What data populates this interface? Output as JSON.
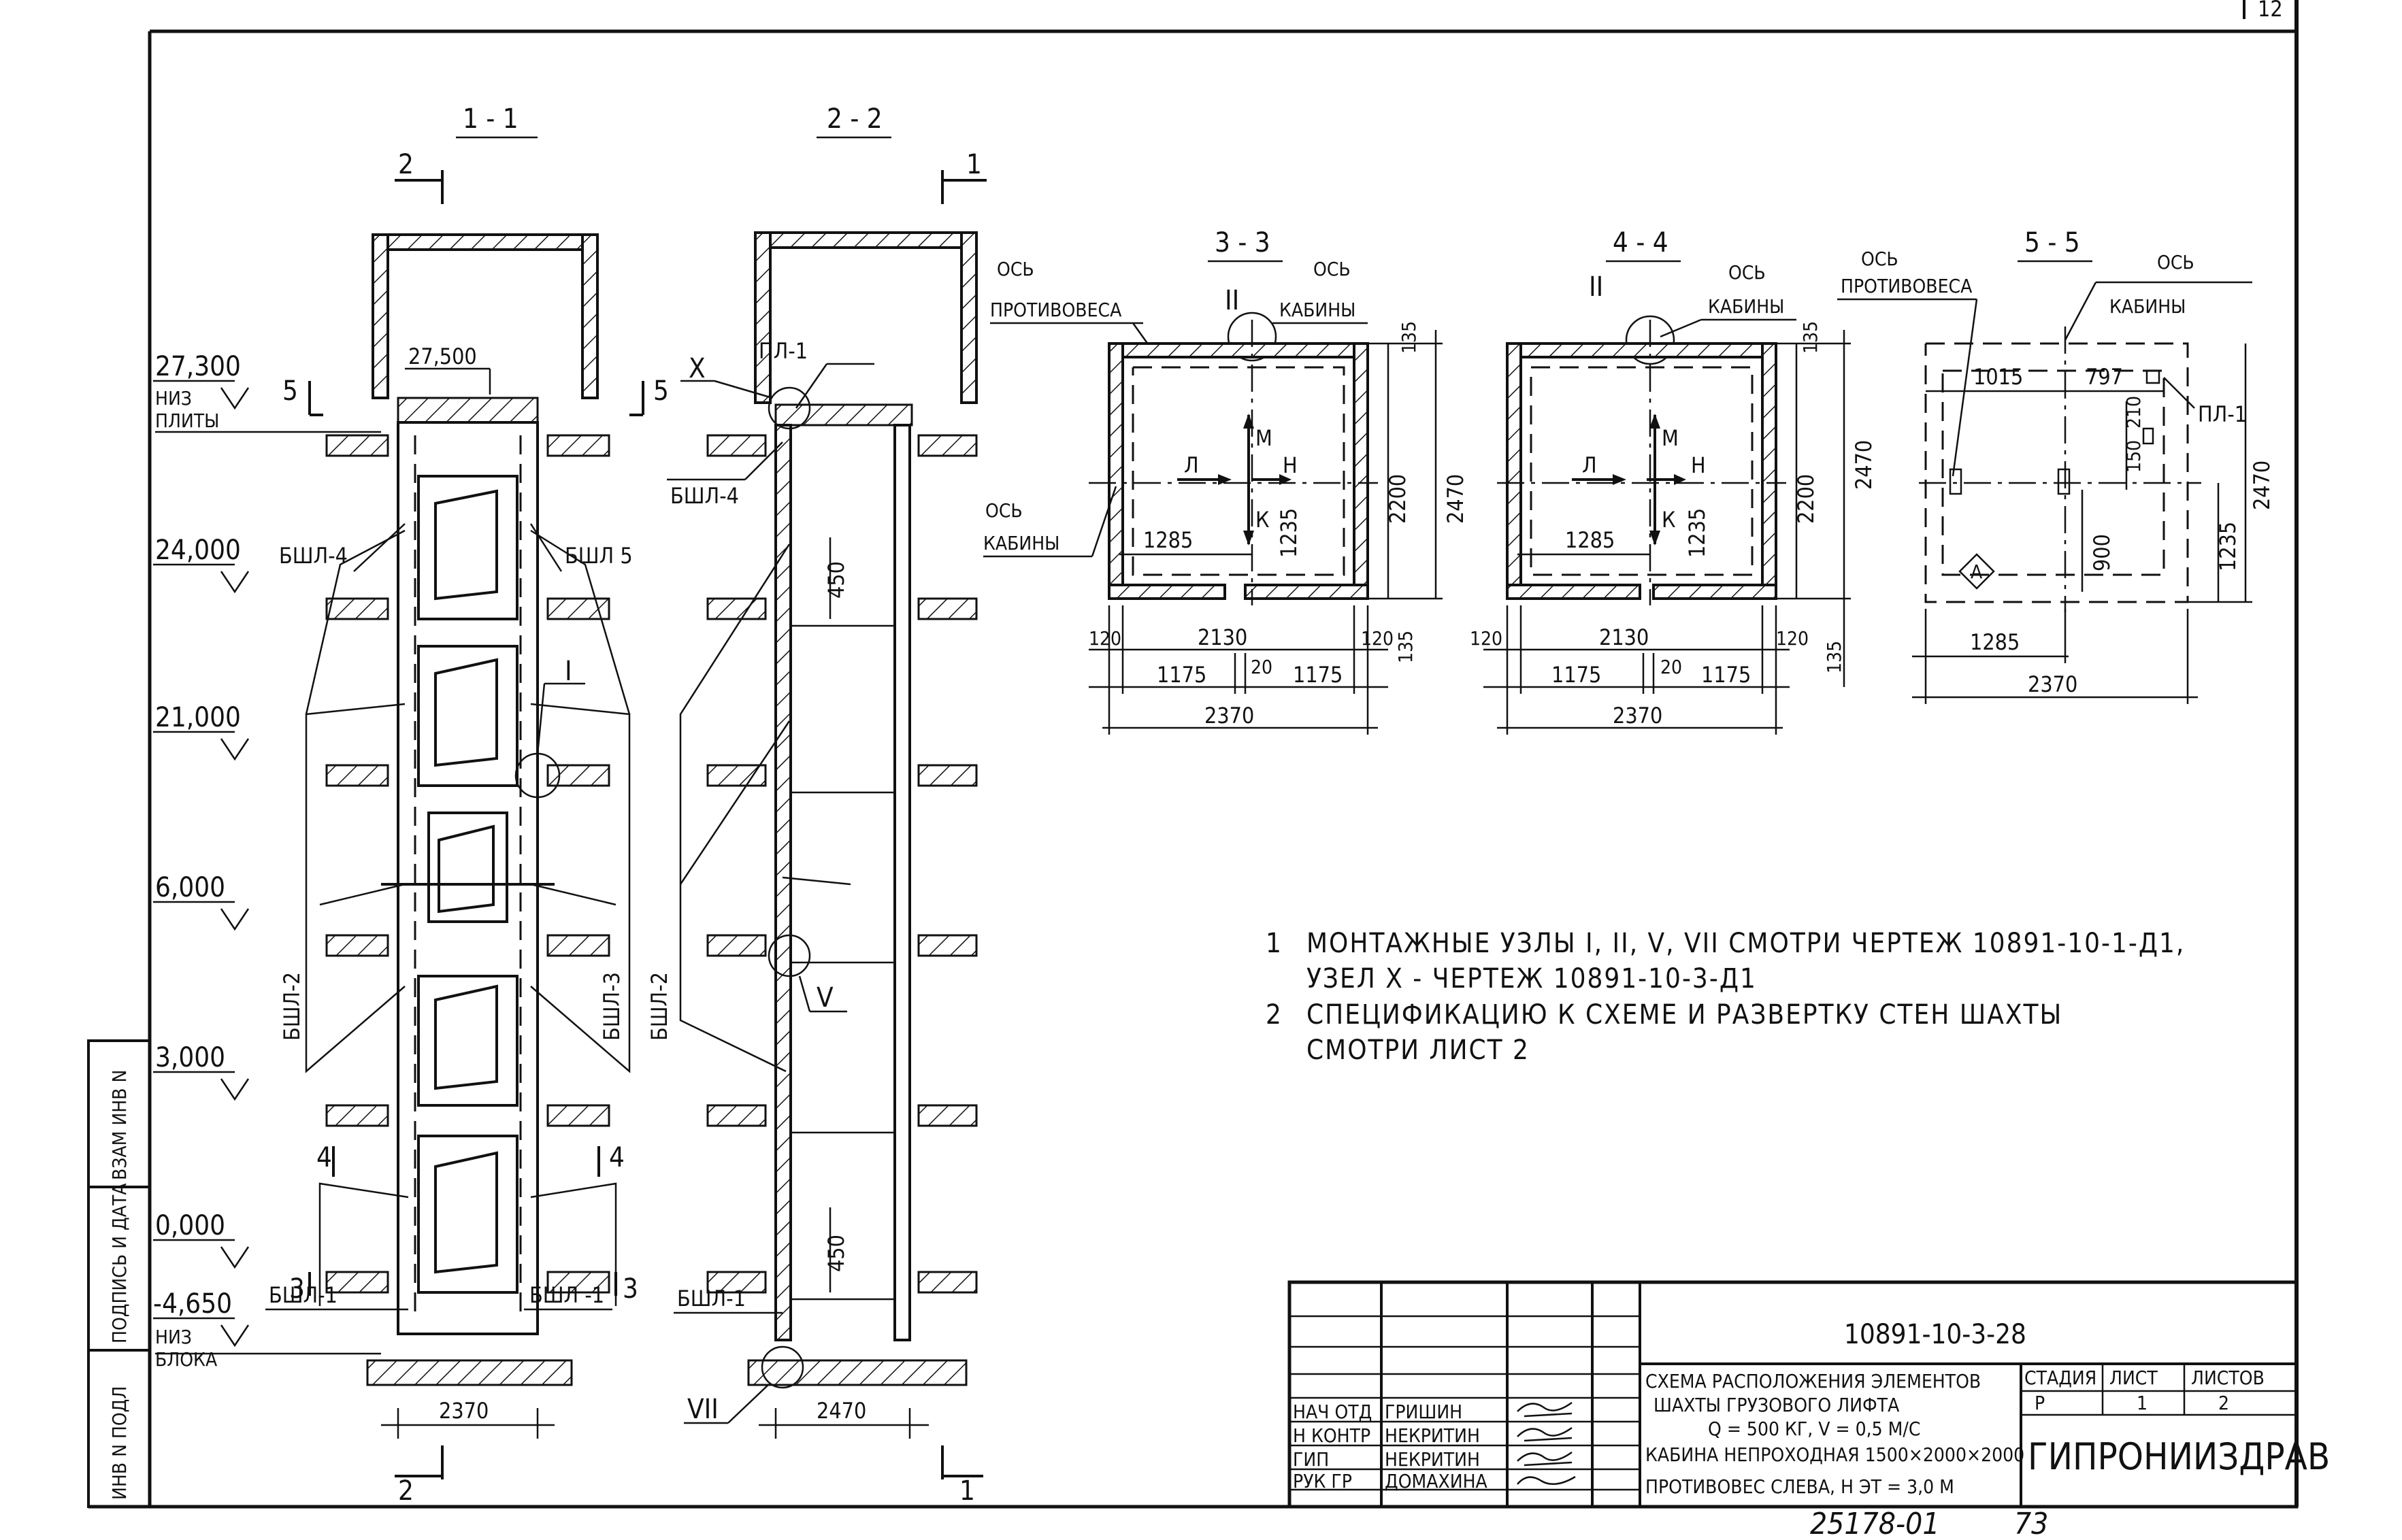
{
  "sections": {
    "s11": "1 - 1",
    "s22": "2 - 2",
    "s33": "3 - 3",
    "s44": "4 - 4",
    "s55": "5 - 5"
  },
  "cut_marks": {
    "c2_top": "2",
    "c1_top": "1",
    "c2_bot": "2",
    "c1_bot": "1",
    "c5_left": "5",
    "c5_right": "5",
    "c4_left": "4",
    "c4_right": "4",
    "c3_left": "3",
    "c3_right": "3"
  },
  "levels": {
    "l27300": "27,300",
    "l27300_note1": "НИЗ",
    "l27300_note2": "ПЛИТЫ",
    "l27500": "27,500",
    "l24000": "24,000",
    "l21000": "21,000",
    "l6000": "6,000",
    "l3000": "3,000",
    "l0000": "0,000",
    "lm4650": "-4,650",
    "lm4650_note1": "НИЗ",
    "lm4650_note2": "БЛОКА"
  },
  "elements": {
    "bsha4_a": "БШЛ-4",
    "bsha5": "БШЛ 5",
    "bsha2_a": "БШЛ-2",
    "bsha3": "БШЛ-3",
    "bsha2_b": "БШЛ-2",
    "bsha1_a": "БШЛ-1",
    "bsha1_b": "БШЛ -1",
    "bsha4_b": "БШЛ-4",
    "bsha1_c": "БШЛ-1",
    "pl1_a": "ПЛ-1",
    "pl1_b": "ПЛ-1"
  },
  "nodes": {
    "n_I": "I",
    "n_V": "V",
    "n_VII": "VII",
    "n_X": "X",
    "n_II_a": "II",
    "n_II_b": "II",
    "n_A": "A"
  },
  "dims_vertical": {
    "d450_a": "450",
    "d450_b": "450",
    "d2370_a": "2370",
    "d2470_a": "2470"
  },
  "plan33": {
    "axis_cw1": "ОСЬ",
    "axis_cw2": "ПРОТИВОВЕСА",
    "axis_cab1": "ОСЬ",
    "axis_cab2": "КАБИНЫ",
    "axis_cabL1": "ОСЬ",
    "axis_cabL2": "КАБИНЫ",
    "d135a": "135",
    "d135b": "135",
    "d2200": "2200",
    "d2470": "2470",
    "d1235": "1235",
    "d1285": "1285",
    "d120a": "120",
    "d120b": "120",
    "d2130": "2130",
    "d1175a": "1175",
    "d1175b": "1175",
    "d20": "20",
    "d2370": "2370",
    "m_L": "Л",
    "m_M": "М",
    "m_N": "Н",
    "m_K": "К"
  },
  "plan44": {
    "axis_cab1": "ОСЬ",
    "axis_cab2": "КАБИНЫ",
    "d135a": "135",
    "d135b": "135",
    "d2200": "2200",
    "d2470": "2470",
    "d1235": "1235",
    "d1285": "1285",
    "d120a": "120",
    "d120b": "120",
    "d2130": "2130",
    "d1175a": "1175",
    "d1175b": "1175",
    "d20": "20",
    "d2370": "2370",
    "m_L": "Л",
    "m_M": "М",
    "m_N": "Н",
    "m_K": "К"
  },
  "plan55": {
    "axis_cw1": "ОСЬ",
    "axis_cw2": "ПРОТИВОВЕСА",
    "axis_cab1": "ОСЬ",
    "axis_cab2": "КАБИНЫ",
    "d1015": "1015",
    "d797": "797",
    "d150": "150",
    "d210": "210",
    "d900": "900",
    "d1235": "1235",
    "d2470": "2470",
    "d1285": "1285",
    "d2370": "2370"
  },
  "notes": {
    "n1_num": "1",
    "n1_line1": "МОНТАЖНЫЕ УЗЛЫ I, II, V, VII СМОТРИ ЧЕРТЕЖ 10891-10-1-Д1,",
    "n1_line2": "УЗЕЛ X - ЧЕРТЕЖ 10891-10-3-Д1",
    "n2_num": "2",
    "n2_line1": "СПЕЦИФИКАЦИЮ К СХЕМЕ И РАЗВЕРТКУ СТЕН ШАХТЫ",
    "n2_line2": "СМОТРИ ЛИСТ 2"
  },
  "side_stamp": {
    "inv_orig": "ИНВ N ПОДЛ",
    "sign_date": "ПОДПИСЬ И ДАТА",
    "inv_repl": "ВЗАМ ИНВ N"
  },
  "title_block": {
    "doc_code": "10891-10-3-28",
    "title_line1": "СХЕМА РАСПОЛОЖЕНИЯ ЭЛЕМЕНТОВ",
    "title_line2": "ШАХТЫ ГРУЗОВОГО ЛИФТА",
    "title_line3": "Q = 500 КГ, V = 0,5 М/С",
    "title_line4": "КАБИНА НЕПРОХОДНАЯ 1500×2000×2000",
    "title_line5": "ПРОТИВОВЕС СЛЕВА, Н ЭТ = 3,0 М",
    "col_stage": "СТАДИЯ",
    "col_sheet": "ЛИСТ",
    "col_sheets": "ЛИСТОВ",
    "val_stage": "Р",
    "val_sheet": "1",
    "val_sheets": "2",
    "org": "ГИПРОНИИЗДРАВ",
    "roles": [
      {
        "role": "НАЧ ОТД",
        "name": "ГРИШИН"
      },
      {
        "role": "Н КОНТР",
        "name": "НЕКРИТИН"
      },
      {
        "role": "ГИП",
        "name": "НЕКРИТИН"
      },
      {
        "role": "РУК ГР",
        "name": "ДОМАХИНА"
      }
    ]
  },
  "footer": {
    "archive": "25178-01",
    "page": "73",
    "corner": "12"
  }
}
